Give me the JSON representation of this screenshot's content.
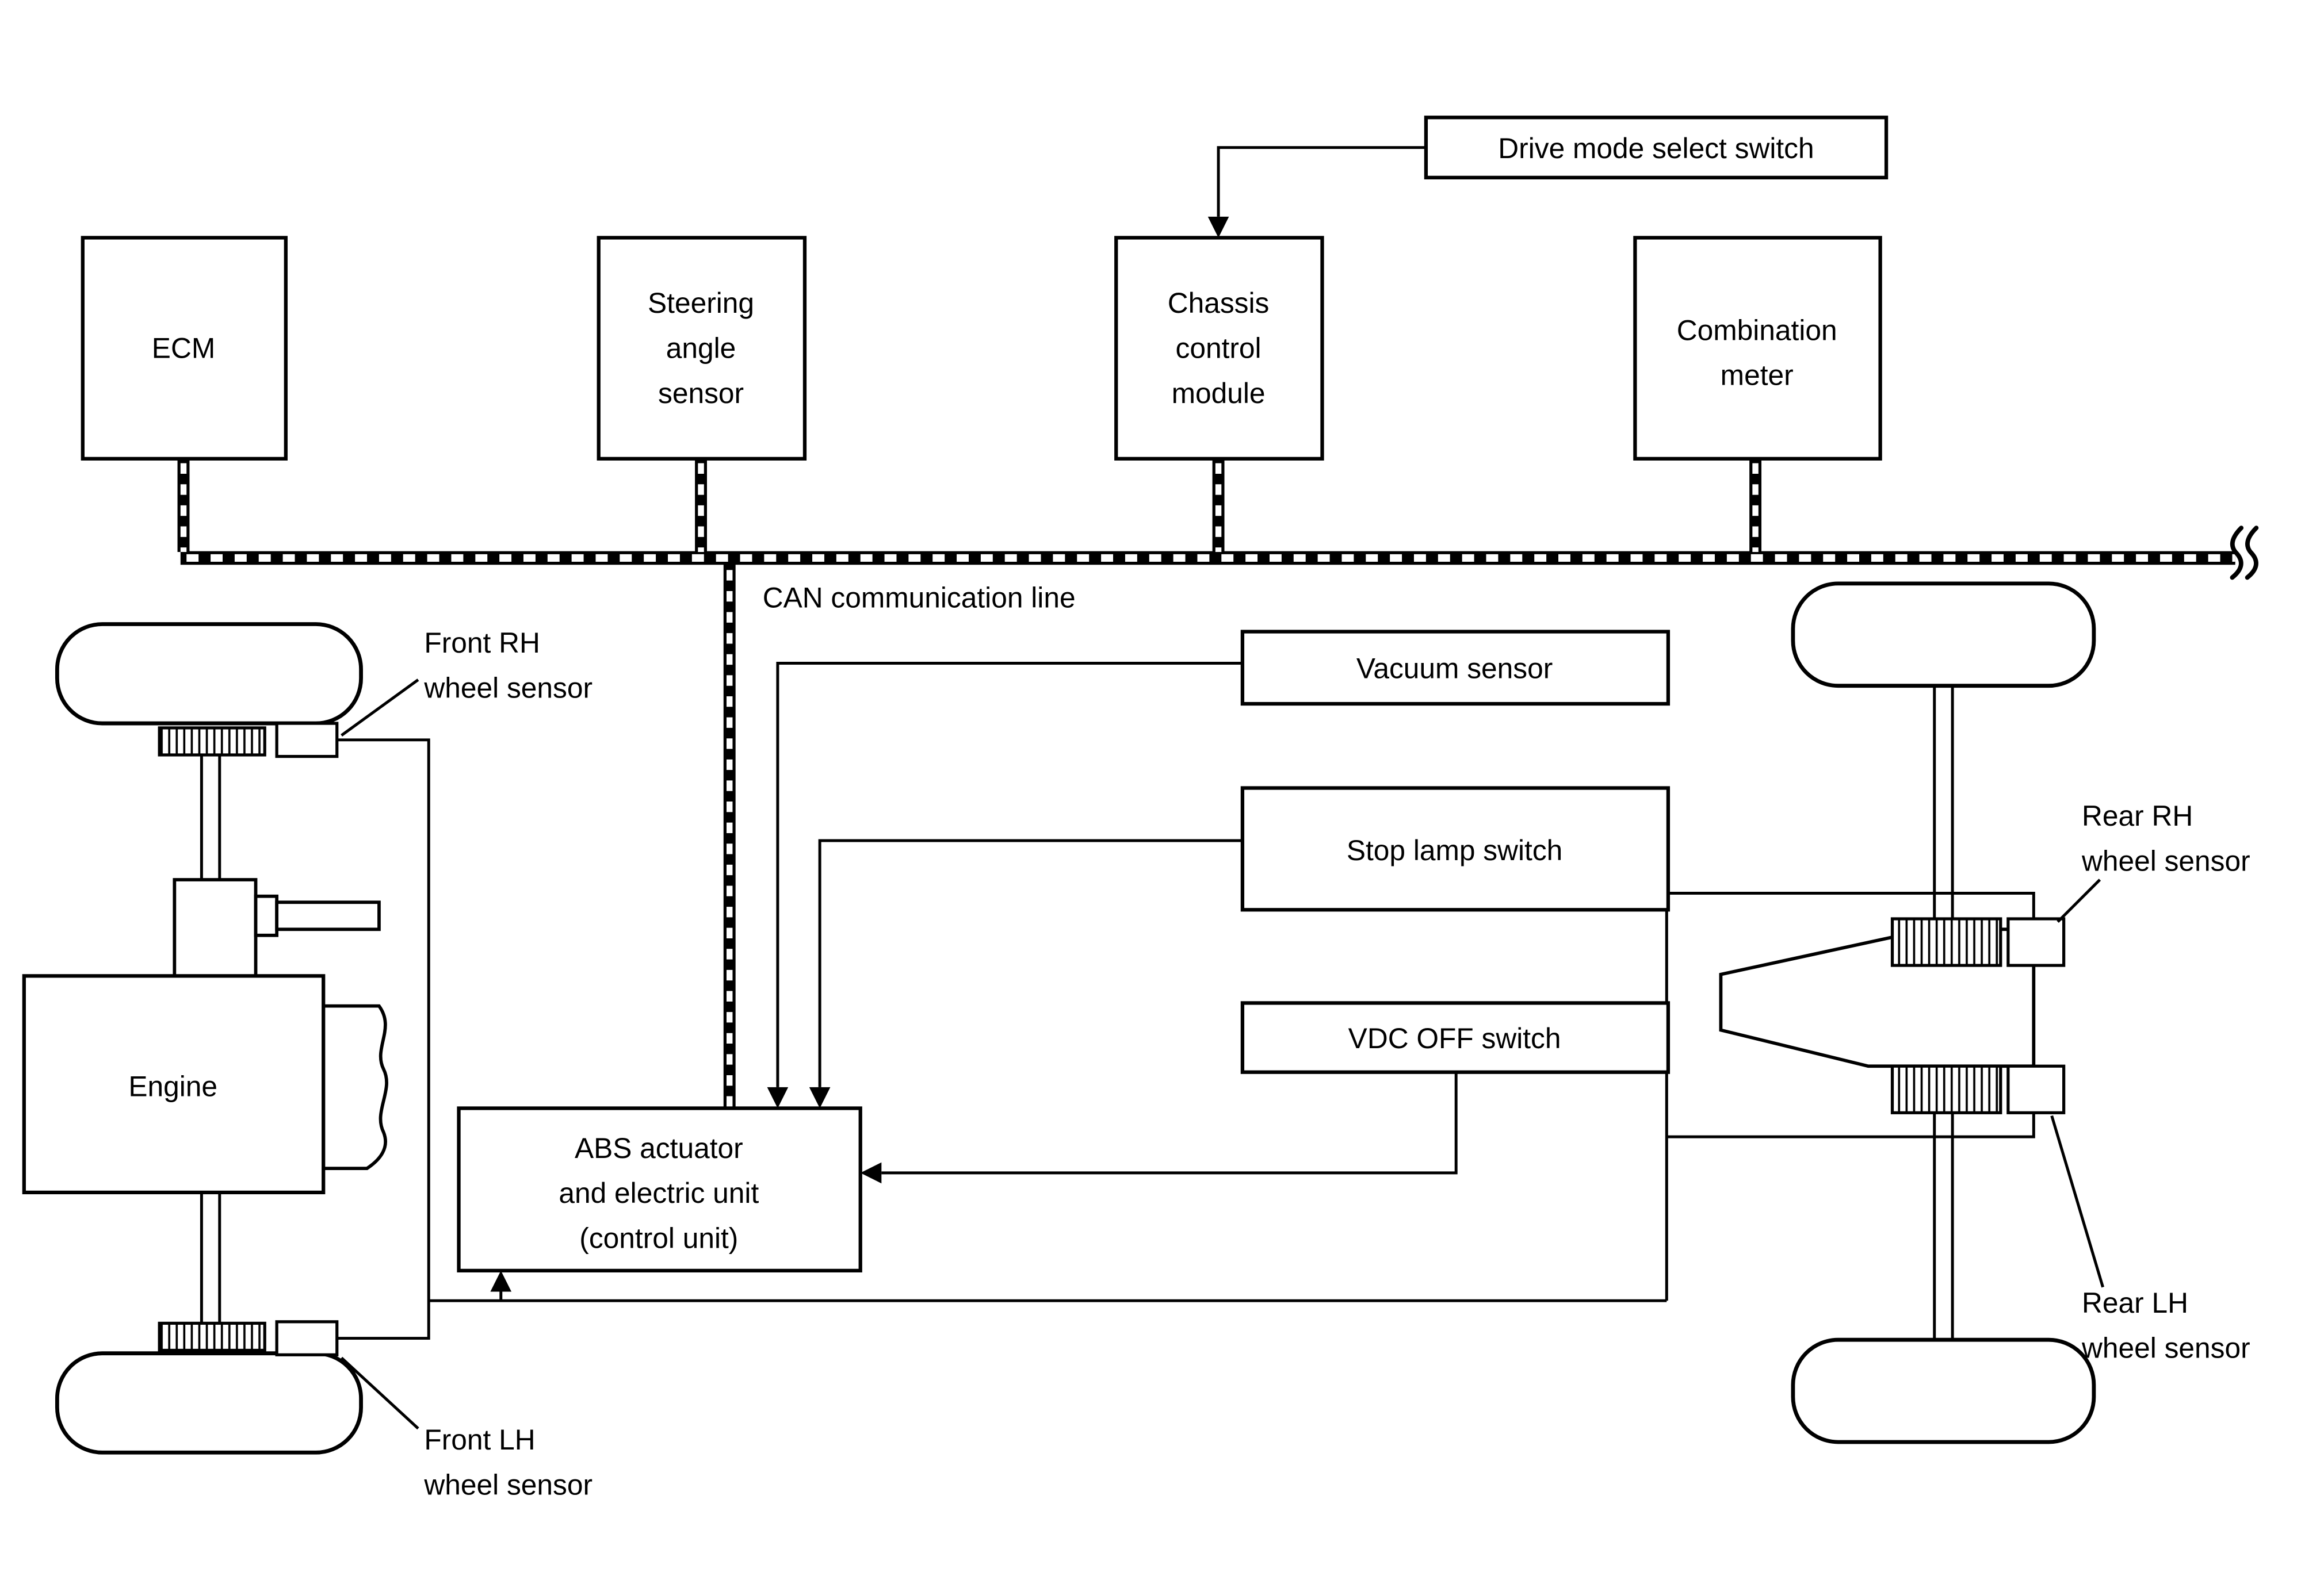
{
  "diagram": {
    "title_hint": "vehicle stability / ABS system component diagram",
    "colors": {
      "line": "#000000",
      "background": "#ffffff"
    },
    "nodes": {
      "ecm": {
        "label": "ECM"
      },
      "steering": {
        "lines": [
          "Steering",
          "angle",
          "sensor"
        ]
      },
      "chassis": {
        "lines": [
          "Chassis",
          "control",
          "module"
        ]
      },
      "combination": {
        "lines": [
          "Combination",
          "meter"
        ]
      },
      "drive_mode": {
        "label": "Drive mode select switch"
      },
      "vacuum": {
        "label": "Vacuum sensor"
      },
      "stop_lamp": {
        "label": "Stop lamp switch"
      },
      "vdc_off": {
        "label": "VDC OFF switch"
      },
      "abs": {
        "lines": [
          "ABS actuator",
          "and electric unit",
          "(control unit)"
        ]
      },
      "engine": {
        "label": "Engine"
      }
    },
    "labels": {
      "can_line": "CAN communication line",
      "front_rh": {
        "lines": [
          "Front RH",
          "wheel sensor"
        ]
      },
      "front_lh": {
        "lines": [
          "Front LH",
          "wheel sensor"
        ]
      },
      "rear_rh": {
        "lines": [
          "Rear RH",
          "wheel sensor"
        ]
      },
      "rear_lh": {
        "lines": [
          "Rear LH",
          "wheel sensor"
        ]
      }
    }
  }
}
